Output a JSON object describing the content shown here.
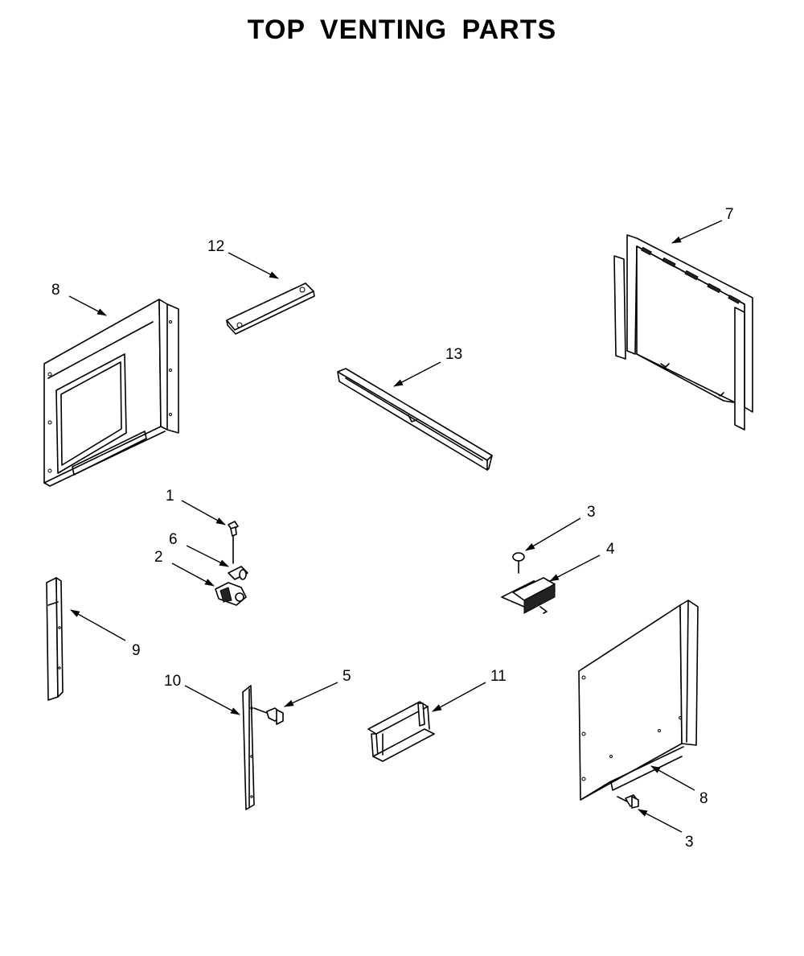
{
  "title": "TOP VENTING PARTS",
  "callouts": [
    {
      "id": "c1",
      "label": "1"
    },
    {
      "id": "c2",
      "label": "2"
    },
    {
      "id": "c3a",
      "label": "3"
    },
    {
      "id": "c3b",
      "label": "3"
    },
    {
      "id": "c4",
      "label": "4"
    },
    {
      "id": "c5",
      "label": "5"
    },
    {
      "id": "c6",
      "label": "6"
    },
    {
      "id": "c7",
      "label": "7"
    },
    {
      "id": "c8a",
      "label": "8"
    },
    {
      "id": "c8b",
      "label": "8"
    },
    {
      "id": "c9",
      "label": "9"
    },
    {
      "id": "c10",
      "label": "10"
    },
    {
      "id": "c11",
      "label": "11"
    },
    {
      "id": "c12",
      "label": "12"
    },
    {
      "id": "c13",
      "label": "13"
    }
  ]
}
